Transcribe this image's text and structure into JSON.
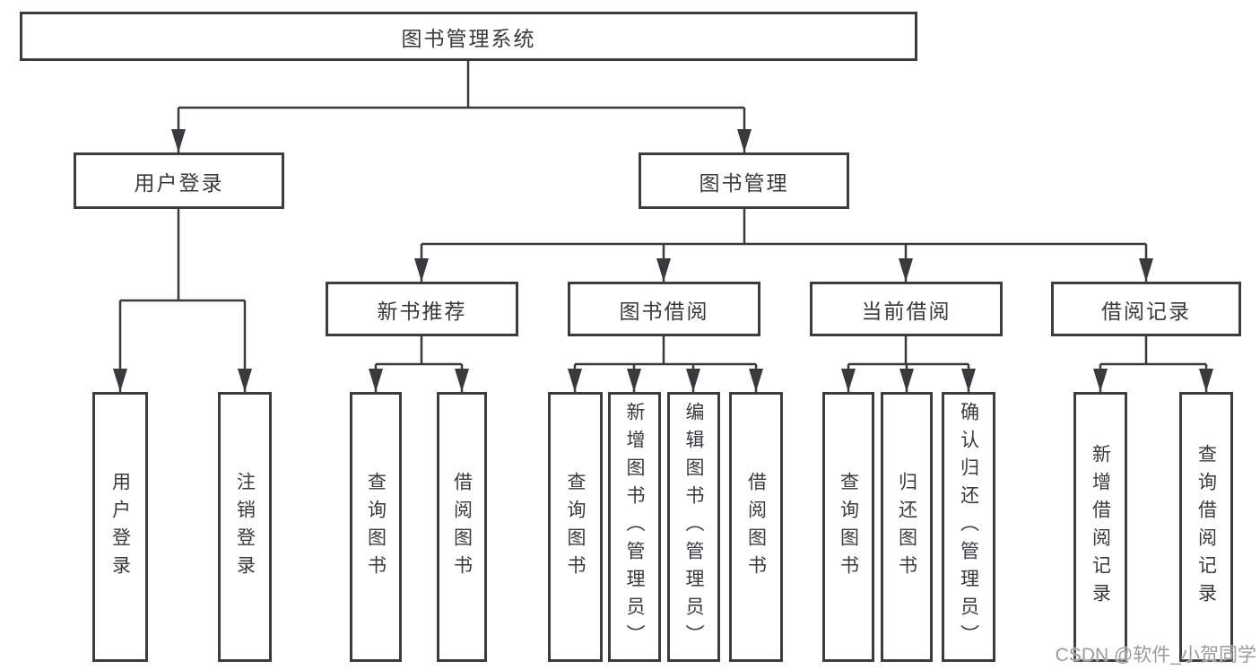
{
  "diagram": {
    "watermark": "CSDN @软件_小贺同学",
    "colors": {
      "line": "#3a3a3e",
      "box_border": "#3b3b40",
      "text": "#3a3a3e",
      "watermark": "#9b9b9b",
      "background": "#ffffff"
    },
    "tree": {
      "label": "图书管理系统",
      "children": [
        {
          "label": "用户登录",
          "children": [
            {
              "label": "用户登录"
            },
            {
              "label": "注销登录"
            }
          ]
        },
        {
          "label": "图书管理",
          "children": [
            {
              "label": "新书推荐",
              "children": [
                {
                  "label": "查询图书"
                },
                {
                  "label": "借阅图书"
                }
              ]
            },
            {
              "label": "图书借阅",
              "children": [
                {
                  "label": "查询图书"
                },
                {
                  "label": "新增图书（管理员）"
                },
                {
                  "label": "编辑图书（管理员）"
                },
                {
                  "label": "借阅图书"
                }
              ]
            },
            {
              "label": "当前借阅",
              "children": [
                {
                  "label": "查询图书"
                },
                {
                  "label": "归还图书"
                },
                {
                  "label": "确认归还（管理员）"
                }
              ]
            },
            {
              "label": "借阅记录",
              "children": [
                {
                  "label": "新增借阅记录"
                },
                {
                  "label": "查询借阅记录"
                }
              ]
            }
          ]
        }
      ]
    }
  }
}
